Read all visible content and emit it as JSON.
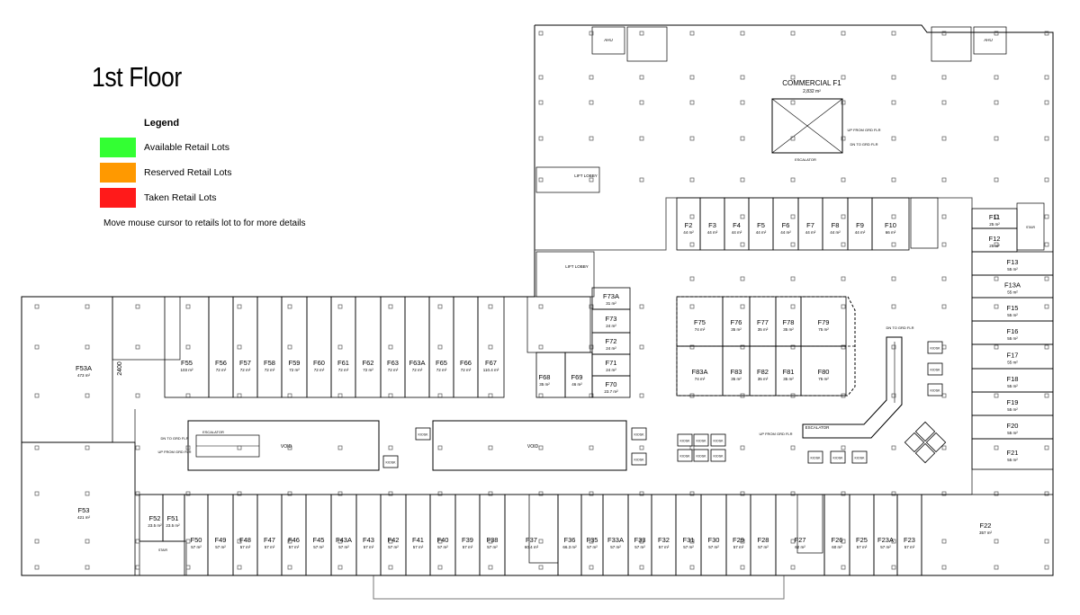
{
  "floor_title": "1st Floor",
  "legend": {
    "title": "Legend",
    "items": [
      {
        "label": "Available Retail Lots",
        "color": "#33ff33"
      },
      {
        "label": "Reserved Retail Lots",
        "color": "#ff9900"
      },
      {
        "label": "Taken Retail Lots",
        "color": "#ff1a1a"
      }
    ]
  },
  "hint": "Move mouse cursor to retails lot to for more details",
  "commercial": {
    "name": "COMMERCIAL F1",
    "area": "2,832 m²"
  },
  "labels": {
    "escalator": "ESCALATOR",
    "void": "VOID",
    "kiosk": "KIOSK",
    "lift_lobby": "LIFT LOBBY",
    "ahu": "AHU",
    "stair": "STAIR",
    "up_from_gnd": "UP FROM GRD FLR",
    "dn_to_gnd": "DN TO GRD FLR",
    "dim_2400": "2400"
  },
  "lots": {
    "bottom_row": [
      {
        "name": "F50",
        "area": "57 m²"
      },
      {
        "name": "F49",
        "area": "57 m²"
      },
      {
        "name": "F48",
        "area": "57 m²"
      },
      {
        "name": "F47",
        "area": "57 m²"
      },
      {
        "name": "F46",
        "area": "57 m²"
      },
      {
        "name": "F45",
        "area": "57 m²"
      },
      {
        "name": "F43A",
        "area": "57 m²"
      },
      {
        "name": "F43",
        "area": "57 m²"
      },
      {
        "name": "F42",
        "area": "57 m²"
      },
      {
        "name": "F41",
        "area": "57 m²"
      },
      {
        "name": "F40",
        "area": "57 m²"
      },
      {
        "name": "F39",
        "area": "57 m²"
      },
      {
        "name": "F38",
        "area": "57 m²"
      },
      {
        "name": "F37",
        "area": "60.4 m²"
      },
      {
        "name": "F36",
        "area": "66.3 m²"
      },
      {
        "name": "F35",
        "area": "57 m²"
      },
      {
        "name": "F33A",
        "area": "57 m²"
      },
      {
        "name": "F33",
        "area": "57 m²"
      },
      {
        "name": "F32",
        "area": "57 m²"
      },
      {
        "name": "F31",
        "area": "57 m²"
      },
      {
        "name": "F30",
        "area": "57 m²"
      },
      {
        "name": "F29",
        "area": "57 m²"
      },
      {
        "name": "F28",
        "area": "57 m²"
      },
      {
        "name": "F27",
        "area": "62 m²"
      },
      {
        "name": "F26",
        "area": "60 m²"
      },
      {
        "name": "F25",
        "area": "57 m²"
      },
      {
        "name": "F23A",
        "area": "57 m²"
      },
      {
        "name": "F23",
        "area": "57 m²"
      }
    ],
    "middle_row": [
      {
        "name": "F55",
        "area": "103 m²"
      },
      {
        "name": "F56",
        "area": "72 m²"
      },
      {
        "name": "F57",
        "area": "72 m²"
      },
      {
        "name": "F58",
        "area": "72 m²"
      },
      {
        "name": "F59",
        "area": "72 m²"
      },
      {
        "name": "F60",
        "area": "72 m²"
      },
      {
        "name": "F61",
        "area": "72 m²"
      },
      {
        "name": "F62",
        "area": "72 m²"
      },
      {
        "name": "F63",
        "area": "72 m²"
      },
      {
        "name": "F63A",
        "area": "72 m²"
      },
      {
        "name": "F65",
        "area": "72 m²"
      },
      {
        "name": "F66",
        "area": "72 m²"
      },
      {
        "name": "F67",
        "area": "110.4 m²"
      }
    ],
    "upper_row": [
      {
        "name": "F2",
        "area": "44 m²"
      },
      {
        "name": "F3",
        "area": "44 m²"
      },
      {
        "name": "F4",
        "area": "44 m²"
      },
      {
        "name": "F5",
        "area": "44 m²"
      },
      {
        "name": "F6",
        "area": "44 m²"
      },
      {
        "name": "F7",
        "area": "44 m²"
      },
      {
        "name": "F8",
        "area": "44 m²"
      },
      {
        "name": "F9",
        "area": "44 m²"
      },
      {
        "name": "F10",
        "area": "66 m²"
      }
    ],
    "right_column": [
      {
        "name": "F11",
        "area": "25 m²"
      },
      {
        "name": "F12",
        "area": "25 m²"
      },
      {
        "name": "F13",
        "area": "55 m²"
      },
      {
        "name": "F13A",
        "area": "55 m²"
      },
      {
        "name": "F15",
        "area": "55 m²"
      },
      {
        "name": "F16",
        "area": "55 m²"
      },
      {
        "name": "F17",
        "area": "55 m²"
      },
      {
        "name": "F18",
        "area": "55 m²"
      },
      {
        "name": "F19",
        "area": "55 m²"
      },
      {
        "name": "F20",
        "area": "55 m²"
      },
      {
        "name": "F21",
        "area": "55 m²"
      }
    ],
    "island_top": [
      {
        "name": "F75",
        "area": "74 m²"
      },
      {
        "name": "F76",
        "area": "35 m²"
      },
      {
        "name": "F77",
        "area": "35 m²"
      },
      {
        "name": "F78",
        "area": "35 m²"
      },
      {
        "name": "F79",
        "area": "75 m²"
      }
    ],
    "island_bottom": [
      {
        "name": "F83A",
        "area": "74 m²"
      },
      {
        "name": "F83",
        "area": "35 m²"
      },
      {
        "name": "F82",
        "area": "35 m²"
      },
      {
        "name": "F81",
        "area": "35 m²"
      },
      {
        "name": "F80",
        "area": "75 m²"
      }
    ],
    "small_block": [
      {
        "name": "F73A",
        "area": "31 m²"
      },
      {
        "name": "F73",
        "area": "24 m²"
      },
      {
        "name": "F72",
        "area": "24 m²"
      },
      {
        "name": "F71",
        "area": "24 m²"
      },
      {
        "name": "F70",
        "area": "23.7 m²"
      }
    ],
    "misc": [
      {
        "name": "F68",
        "area": "35 m²"
      },
      {
        "name": "F69",
        "area": "46 m²"
      },
      {
        "name": "F53A",
        "area": "473 m²"
      },
      {
        "name": "F53",
        "area": "421 m²"
      },
      {
        "name": "F52",
        "area": "23.5 m²"
      },
      {
        "name": "F51",
        "area": "23.5 m²"
      },
      {
        "name": "F22",
        "area": "357 m²"
      }
    ]
  }
}
